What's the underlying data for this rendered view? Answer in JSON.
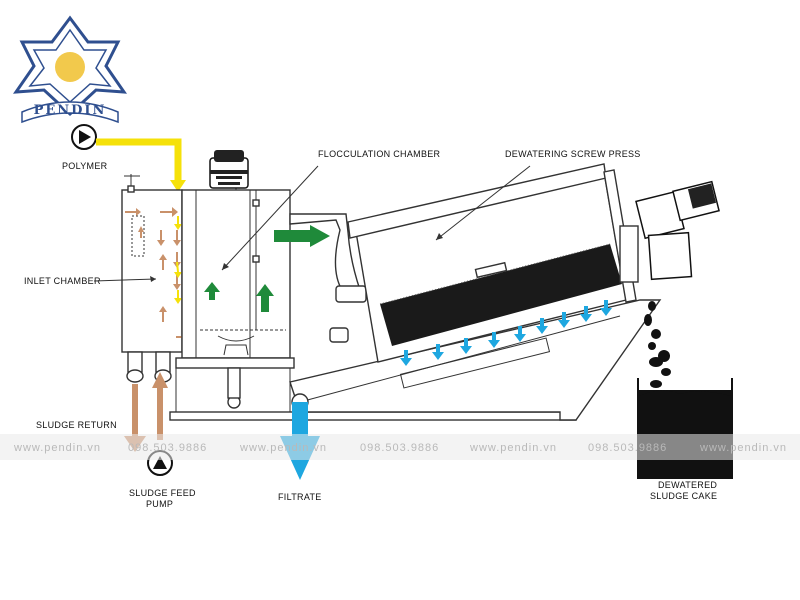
{
  "brand": {
    "name": "PENDIN"
  },
  "labels": {
    "polymer": "POLYMER",
    "flocculation_chamber": "FLOCCULATION CHAMBER",
    "dewatering_screw_press": "DEWATERING SCREW PRESS",
    "inlet_chamber": "INLET CHAMBER",
    "sludge_return": "SLUDGE RETURN",
    "sludge_feed_pump_line1": "SLUDGE FEED",
    "sludge_feed_pump_line2": "PUMP",
    "filtrate": "FILTRATE",
    "dewatered_line1": "DEWATERED",
    "dewatered_line2": "SLUDGE CAKE"
  },
  "watermark": {
    "website": "www.pendin.vn",
    "phone": "098.503.9886"
  },
  "colors": {
    "polymer_flow": "#f5e10a",
    "sludge_flow": "#c9916a",
    "floc_flow": "#1f8a3a",
    "filtrate_flow": "#1ea7e0",
    "brand": "#2f4f8f",
    "sun": "#f2c94c"
  }
}
